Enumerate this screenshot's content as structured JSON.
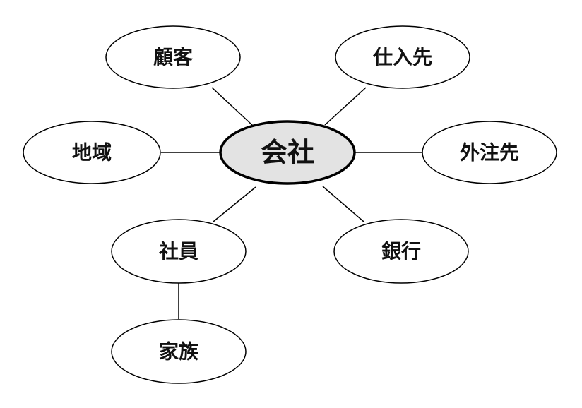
{
  "center": {
    "label": "会社"
  },
  "nodes": {
    "customer": "顧客",
    "supplier": "仕入先",
    "region": "地域",
    "subcontractor": "外注先",
    "employee": "社員",
    "bank": "銀行",
    "family": "家族"
  },
  "colors": {
    "center_fill": "#e3e3e3",
    "node_fill": "#ffffff",
    "stroke": "#000000"
  }
}
